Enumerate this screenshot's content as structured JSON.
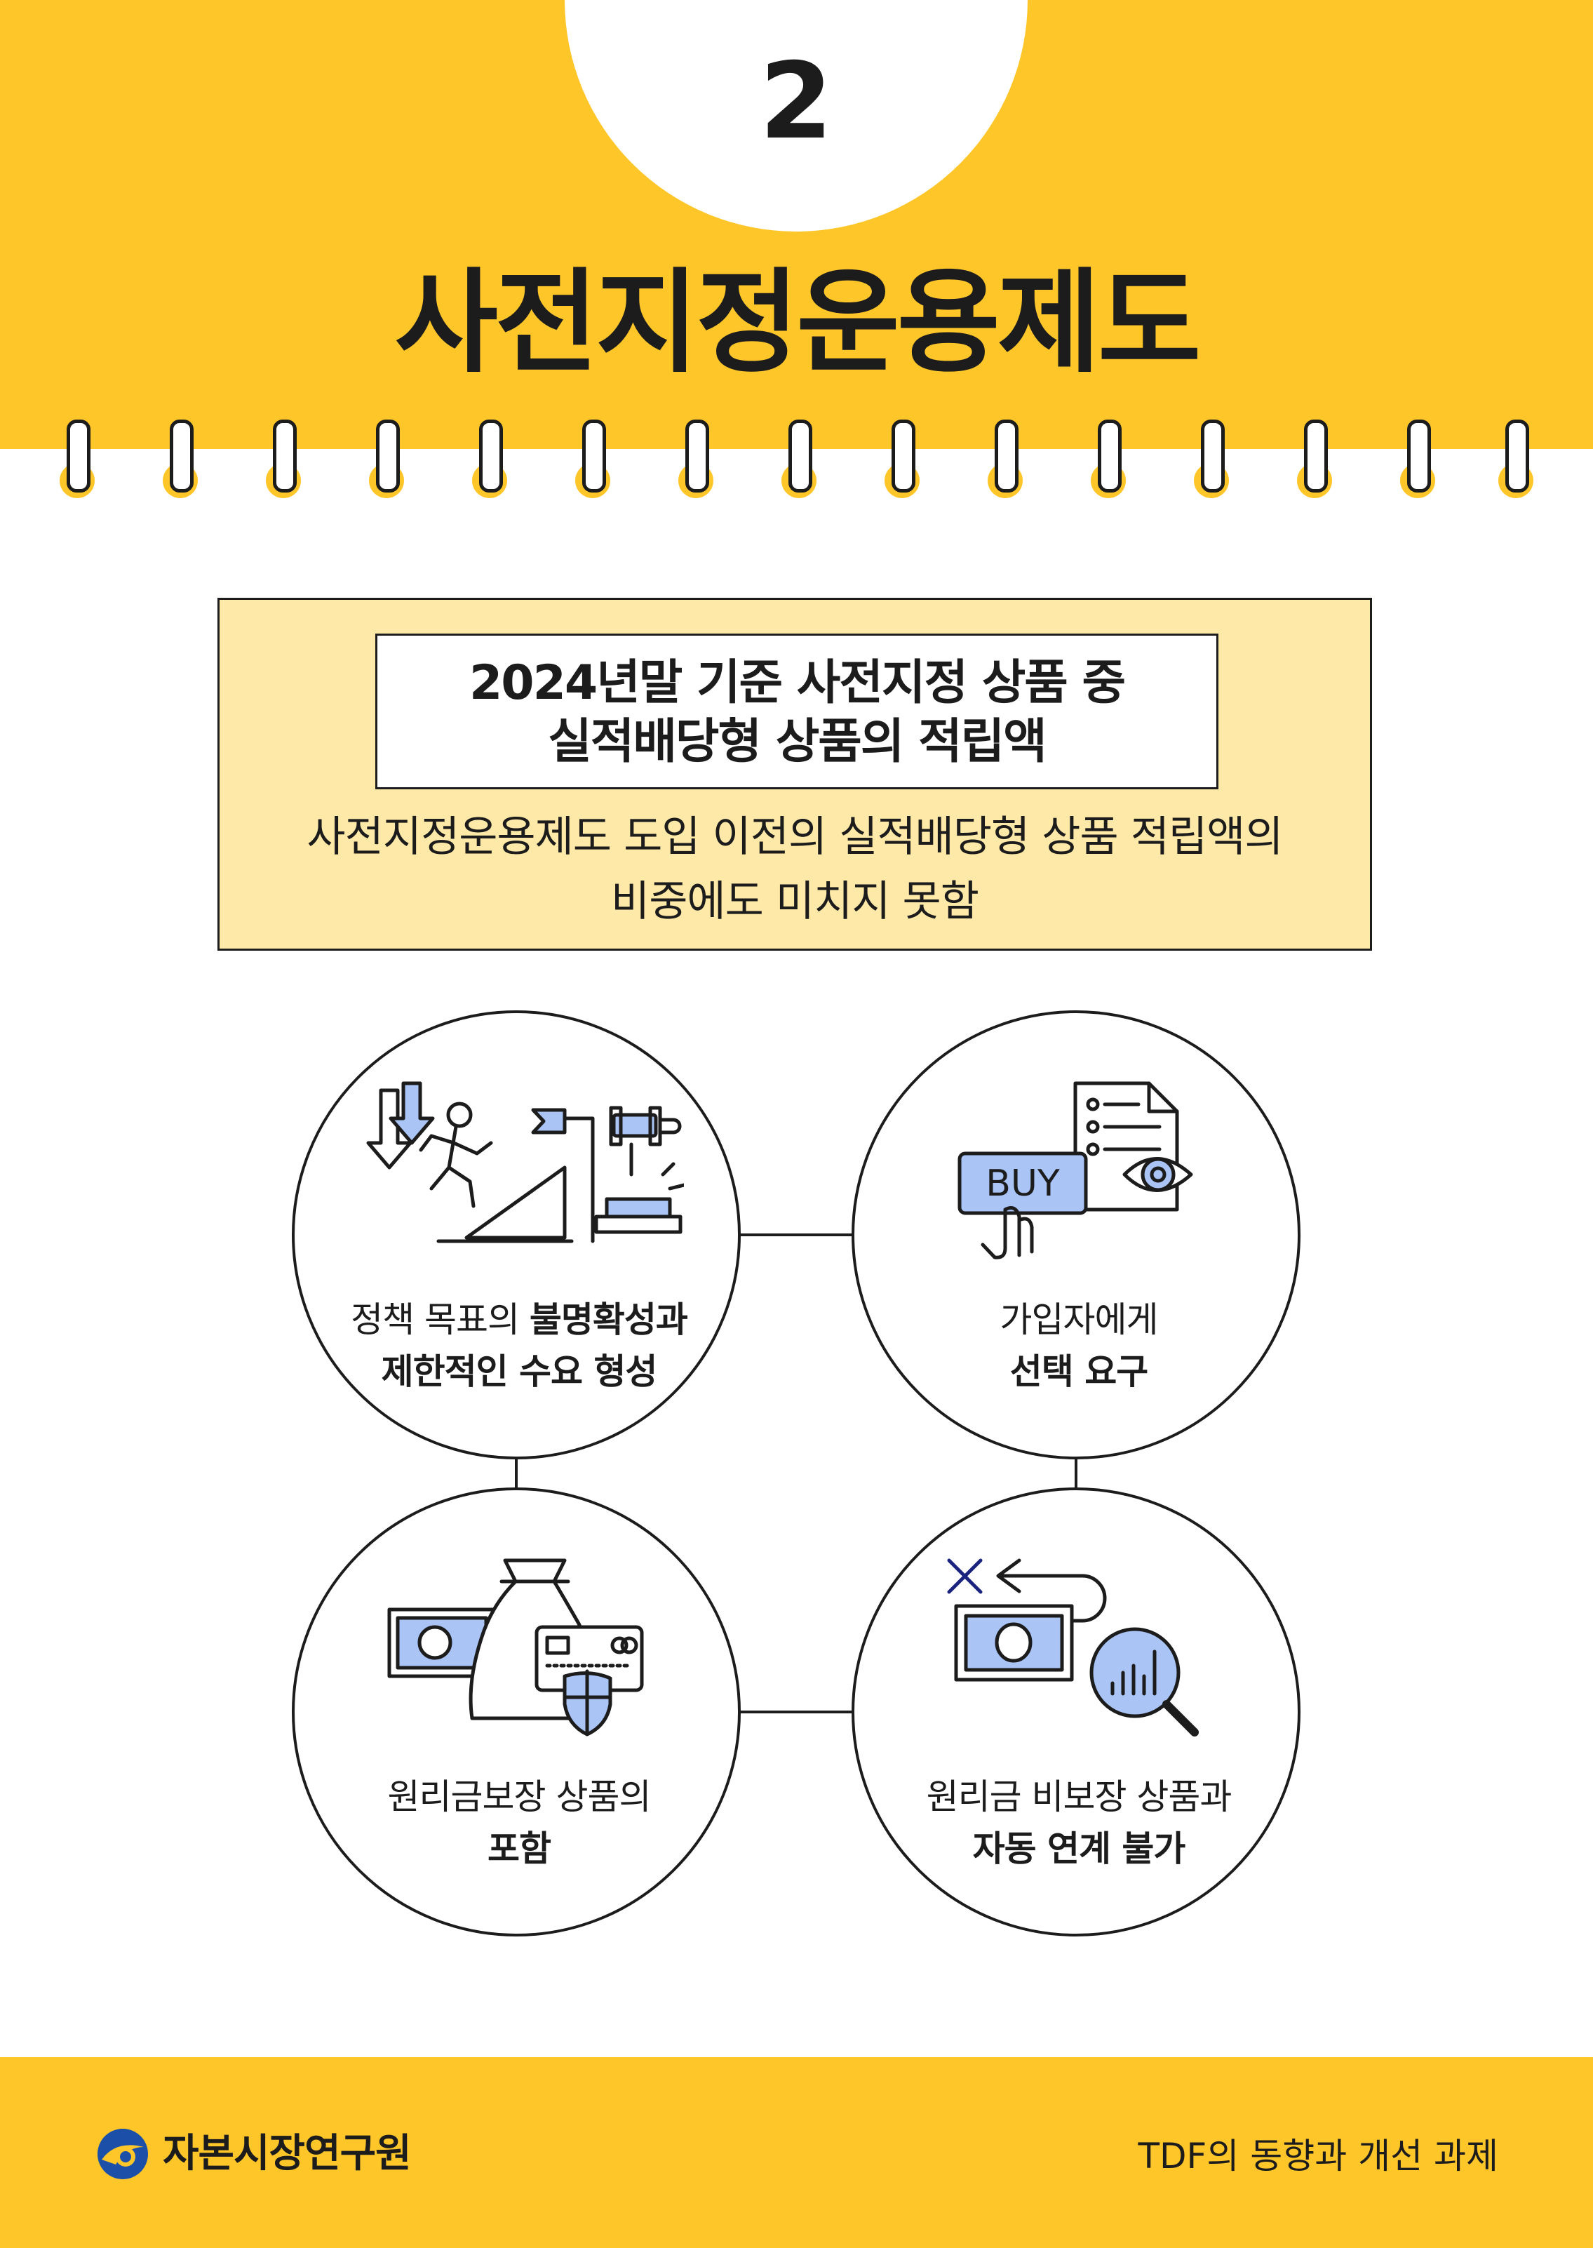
{
  "colors": {
    "accent": "#FFC62A",
    "summary_bg": "#FFE9A8",
    "icon_fill": "#A9C4F5",
    "ink": "#1c1c1c"
  },
  "page": {
    "number": "2",
    "title": "사전지정운용제도"
  },
  "summary": {
    "heading_lines": [
      "2024년말 기준 사전지정 상품 중",
      "실적배당형 상품의 적립액"
    ],
    "description_lines": [
      "사전지정운용제도 도입 이전의 실적배당형 상품 적립액의",
      "비중에도 미치지 못함"
    ]
  },
  "circles": [
    {
      "icon": "policy-uncertainty-icon",
      "line1_regular": "정책 목표의 ",
      "line1_bold": "불명확성과",
      "line2_regular": "",
      "line2_bold": "제한적인 수요 형성"
    },
    {
      "icon": "buy-choice-icon",
      "line1_regular": "가입자에게",
      "line1_bold": "",
      "line2_regular": "",
      "line2_bold": "선택 요구"
    },
    {
      "icon": "principal-guarantee-icon",
      "line1_regular": "원리금보장 상품의",
      "line1_bold": "",
      "line2_regular": "",
      "line2_bold": "포함"
    },
    {
      "icon": "no-auto-link-icon",
      "line1_regular": "원리금 비보장 상품과",
      "line1_bold": "",
      "line2_regular": "",
      "line2_bold": "자동 연계 불가"
    }
  ],
  "footer": {
    "org_name": "자본시장연구원",
    "doc_title": "TDF의 동향과 개선 과제"
  }
}
